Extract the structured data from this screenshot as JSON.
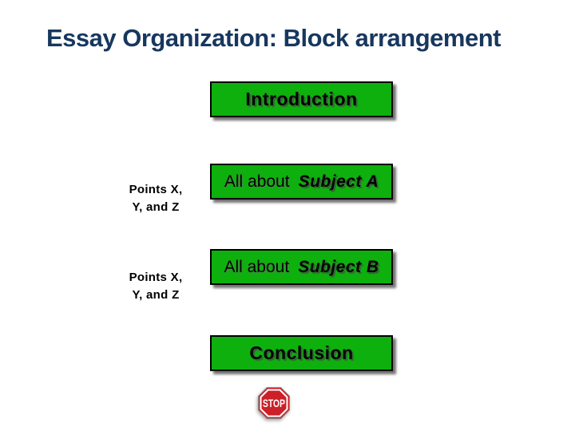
{
  "slide": {
    "title": "Essay Organization: Block arrangement",
    "title_color": "#17375E",
    "background_color": "#FFFFFF"
  },
  "diagram": {
    "box_fill_color": "#0EB00E",
    "box_border_color": "#000000",
    "box_text_color": "#000000",
    "boxes": [
      {
        "id": "introduction",
        "label": "Introduction"
      },
      {
        "id": "subject-a",
        "prefix": "All about",
        "emphasis": "Subject A"
      },
      {
        "id": "subject-b",
        "prefix": "All about",
        "emphasis": "Subject B"
      },
      {
        "id": "conclusion",
        "label": "Conclusion"
      }
    ],
    "side_labels": [
      {
        "line1": "Points X,",
        "line2": "Y, and Z"
      },
      {
        "line1": "Points X,",
        "line2": "Y, and Z"
      }
    ]
  },
  "footer": {
    "stop_icon": {
      "label": "STOP",
      "fill": "#CC2128",
      "ring_color": "#FFFFFF",
      "text_color": "#FFFFFF"
    }
  }
}
